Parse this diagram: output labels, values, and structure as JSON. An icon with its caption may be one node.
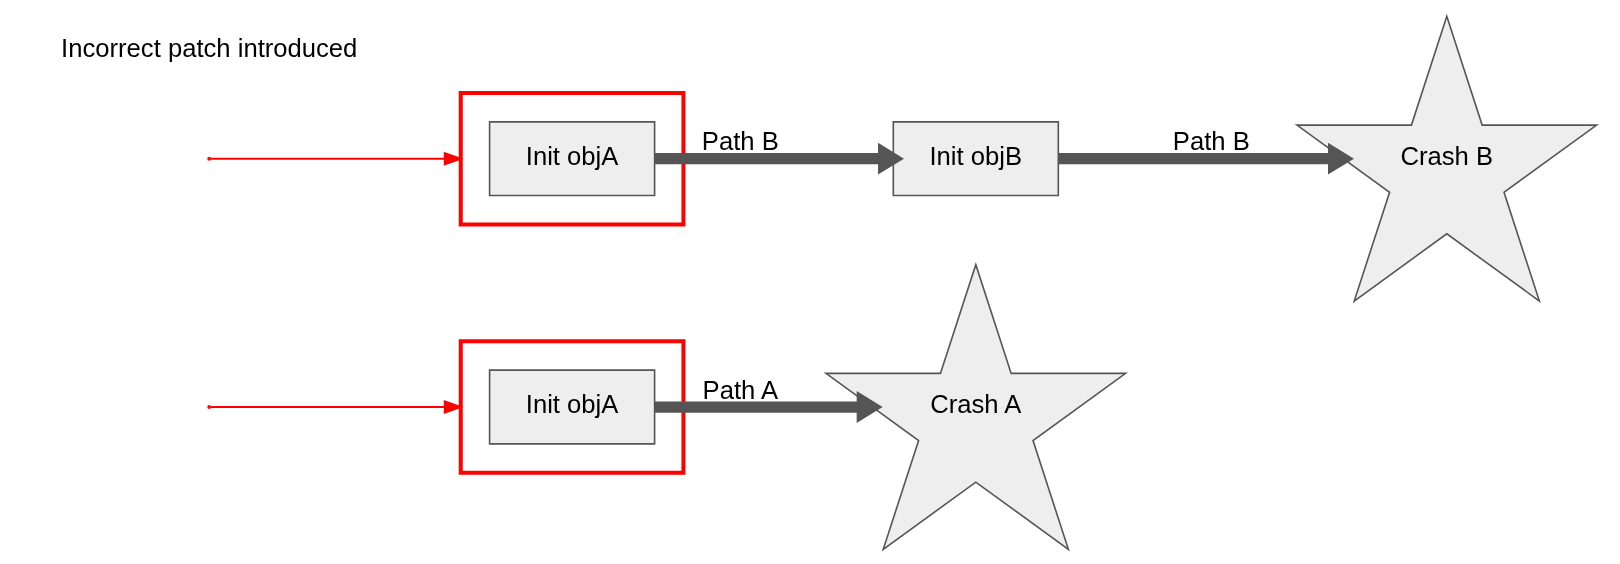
{
  "diagram": {
    "nodes": [
      {
        "text": [],
        "shape": "box"
      },
      {
        "text": [
          "Init objA"
        ],
        "in": 0
      },
      {
        "text": [
          "Crash A"
        ]
      },
      {
        "text": [],
        "shape": "box"
      },
      {
        "text": [
          "Init objA"
        ],
        "in": 3
      },
      {
        "text": [
          "Init objB"
        ]
      },
      {
        "text": [
          "Crash B"
        ]
      }
    ],
    "edges": [
      {
        "from": null,
        "to": 0,
        "arrow": "to",
        "color": "#ff0000"
      },
      {
        "from": 1,
        "to": 2,
        "arrow": "to",
        "label": "Path A"
      },
      {
        "from": null,
        "to": 3,
        "arrow": "to",
        "color": "#ff0000"
      },
      {
        "from": 4,
        "to": 5,
        "arrow": "to",
        "label": "Path B"
      },
      {
        "from": 5,
        "to": 6,
        "arrow": "to",
        "label": "Path B"
      }
    ],
    "labels": [
      "Incorrect patch introduced"
    ]
  }
}
